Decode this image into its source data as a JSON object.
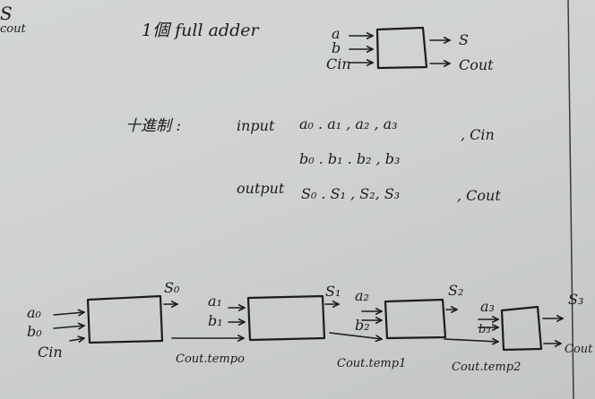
{
  "corner_note": {
    "top": "S",
    "bottom": "cout"
  },
  "title": "1個 full adder",
  "single_adder": {
    "inputs": [
      "a",
      "b",
      "Cin"
    ],
    "outputs": [
      "S",
      "Cout"
    ]
  },
  "spec": {
    "label": "十進制 :",
    "input_label": "input",
    "input_a": "a₀ . a₁ , a₂ , a₃",
    "input_b": "b₀ . b₁ . b₂ , b₃",
    "input_cin": ", Cin",
    "output_label": "output",
    "output_s": "S₀ . S₁ , S₂, S₃",
    "output_cout": ", Cout"
  },
  "chain": {
    "stages": [
      {
        "inputs": [
          "a₀",
          "b₀",
          "Cin"
        ],
        "sum": "S₀",
        "carry": "Cout.tempo"
      },
      {
        "inputs": [
          "a₁",
          "b₁"
        ],
        "sum": "S₁",
        "carry": "Cout.temp1"
      },
      {
        "inputs": [
          "a₂",
          "b₂"
        ],
        "sum": "S₂",
        "carry": "Cout.temp2"
      },
      {
        "inputs": [
          "a₃",
          "b₃"
        ],
        "sum": "S₃",
        "carry": "Cout"
      }
    ]
  }
}
